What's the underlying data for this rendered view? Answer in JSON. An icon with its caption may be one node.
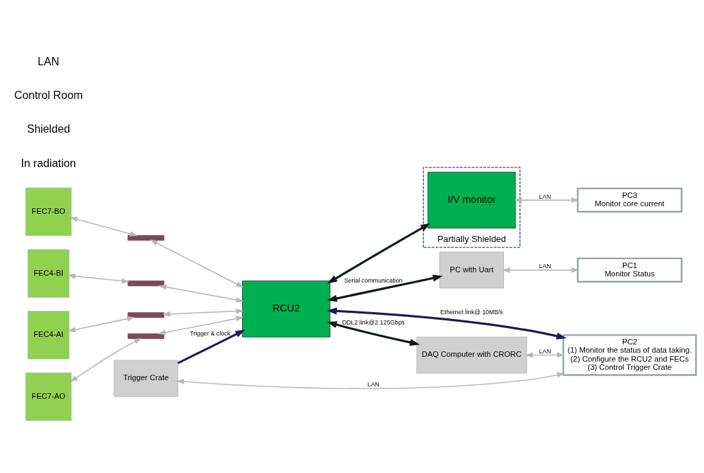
{
  "diagram": {
    "nodes": [
      {
        "text": [
          "FEC7-BO"
        ]
      },
      {
        "text": [
          "FEC4-BI"
        ]
      },
      {
        "text": [
          "FEC4-AI"
        ]
      },
      {
        "text": [
          "FEC7-AO"
        ]
      },
      {
        "text": [],
        "shape": "bar"
      },
      {
        "text": [],
        "shape": "bar"
      },
      {
        "text": [],
        "shape": "bar"
      },
      {
        "text": [],
        "shape": "bar"
      },
      {
        "text": [
          "RCU2"
        ]
      },
      {
        "text": [
          "PC with Uart"
        ]
      },
      {
        "text": [
          "PC1",
          "Monitor Status"
        ]
      },
      {
        "text": [
          "PC2",
          "(1) Monitor the status of data taking.",
          "(2) Configure the RCU2 and FECs",
          "(3) Control Trigger Crate"
        ]
      },
      {
        "text": [
          "Trigger Crate"
        ]
      },
      {
        "text": [
          "DAQ Computer with CRORC"
        ]
      },
      {
        "text": [
          "Partially Shielded"
        ]
      },
      {
        "text": [
          "I/V monitor"
        ],
        "in": 14
      },
      {
        "text": [
          "PC3",
          "Monitor core current"
        ]
      }
    ],
    "edges": [
      {
        "from": 0,
        "to": 4,
        "arrow": "both"
      },
      {
        "from": 1,
        "to": 5,
        "arrow": "both"
      },
      {
        "from": 2,
        "to": 6,
        "arrow": "both"
      },
      {
        "from": 3,
        "to": 7,
        "arrow": "both"
      },
      {
        "from": 4,
        "to": 8,
        "arrow": "both"
      },
      {
        "from": 5,
        "to": 8,
        "arrow": "both"
      },
      {
        "from": 6,
        "to": 8,
        "arrow": "both"
      },
      {
        "from": 7,
        "to": 8,
        "arrow": "both"
      },
      {
        "from": 9,
        "to": 10,
        "arrow": "both",
        "label": "LAN"
      },
      {
        "from": 8,
        "to": 9,
        "arrow": "both",
        "label": "Serial communication",
        "style": "thick",
        "color": "#0d1a1a"
      },
      {
        "from": 11,
        "to": 8,
        "arrow": "both",
        "label": "Ethernet link@ 10MB/s",
        "style": "thick",
        "color": "#1c1c50"
      },
      {
        "from": 12,
        "to": 8,
        "arrow": "to",
        "label": "Trigger & clock",
        "style": "thick",
        "color": "#1c1c50"
      },
      {
        "from": 12,
        "to": 11,
        "arrow": "both",
        "label": "LAN"
      },
      {
        "from": 8,
        "to": 13,
        "arrow": "both",
        "label": "DDL2 link@2.125Gbps",
        "style": "thick",
        "color": "#0d1a1a"
      },
      {
        "from": 13,
        "to": 11,
        "arrow": "both",
        "label": "LAN"
      },
      {
        "from": 8,
        "to": 15,
        "arrow": "both",
        "style": "thick",
        "color": "#0d1a1a"
      },
      {
        "from": 15,
        "to": 16,
        "arrow": "both",
        "label": "LAN"
      }
    ],
    "labels": [
      "In radiation",
      "Shielded",
      "Control Room",
      "LAN"
    ]
  }
}
